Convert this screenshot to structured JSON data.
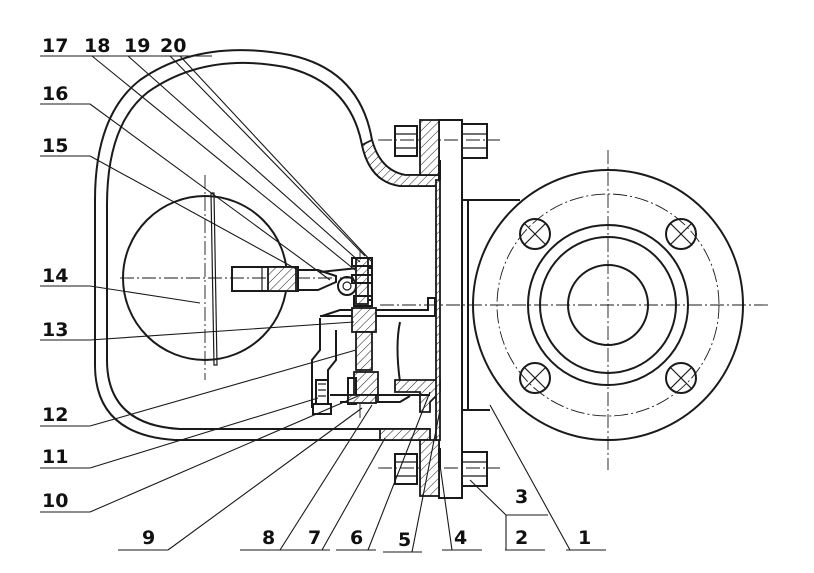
{
  "labels": [
    {
      "id": "1",
      "text": "1"
    },
    {
      "id": "2",
      "text": "2"
    },
    {
      "id": "3",
      "text": "3"
    },
    {
      "id": "4",
      "text": "4"
    },
    {
      "id": "5",
      "text": "5"
    },
    {
      "id": "6",
      "text": "6"
    },
    {
      "id": "7",
      "text": "7"
    },
    {
      "id": "8",
      "text": "8"
    },
    {
      "id": "9",
      "text": "9"
    },
    {
      "id": "10",
      "text": "10"
    },
    {
      "id": "11",
      "text": "11"
    },
    {
      "id": "12",
      "text": "12"
    },
    {
      "id": "13",
      "text": "13"
    },
    {
      "id": "14",
      "text": "14"
    },
    {
      "id": "15",
      "text": "15"
    },
    {
      "id": "16",
      "text": "16"
    },
    {
      "id": "17",
      "text": "17"
    },
    {
      "id": "18",
      "text": "18"
    },
    {
      "id": "19",
      "text": "19"
    },
    {
      "id": "20",
      "text": "20"
    }
  ]
}
